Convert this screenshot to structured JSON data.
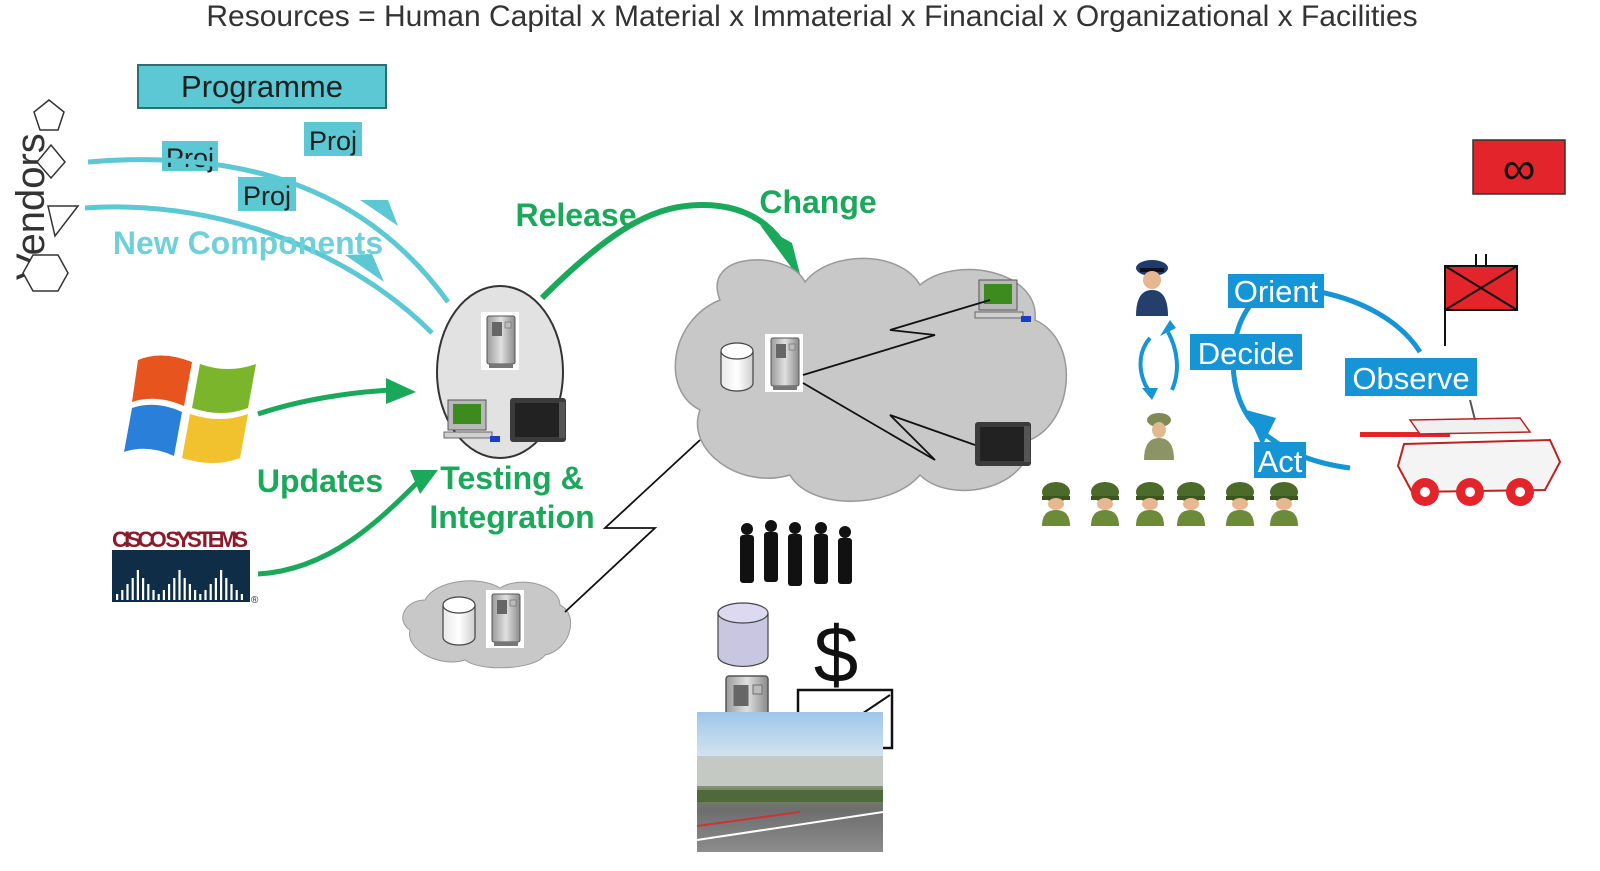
{
  "title": "Resources = Human Capital x Material x Immaterial x Financial x Organizational x Facilities",
  "programme": {
    "label": "Programme"
  },
  "projects": [
    {
      "label": "Proj"
    },
    {
      "label": "Proj"
    },
    {
      "label": "Proj"
    }
  ],
  "vendors": {
    "label": "Vendors"
  },
  "flows": {
    "new_components": "New Components",
    "release": "Release",
    "change": "Change",
    "updates": "Updates",
    "testing_line1": "Testing &",
    "testing_line2": "Integration"
  },
  "cisco": {
    "label": "CISCO SYSTEMS",
    "mark": "®"
  },
  "ooda": {
    "orient": "Orient",
    "decide": "Decide",
    "act": "Act",
    "observe": "Observe"
  },
  "resources": {
    "currency": "$",
    "infinity": "∞"
  },
  "colors": {
    "teal": "#5bc8d3",
    "green": "#1aa85a",
    "blue": "#1594d6",
    "cloud": "#c8c8c8",
    "red": "#e3242b"
  }
}
